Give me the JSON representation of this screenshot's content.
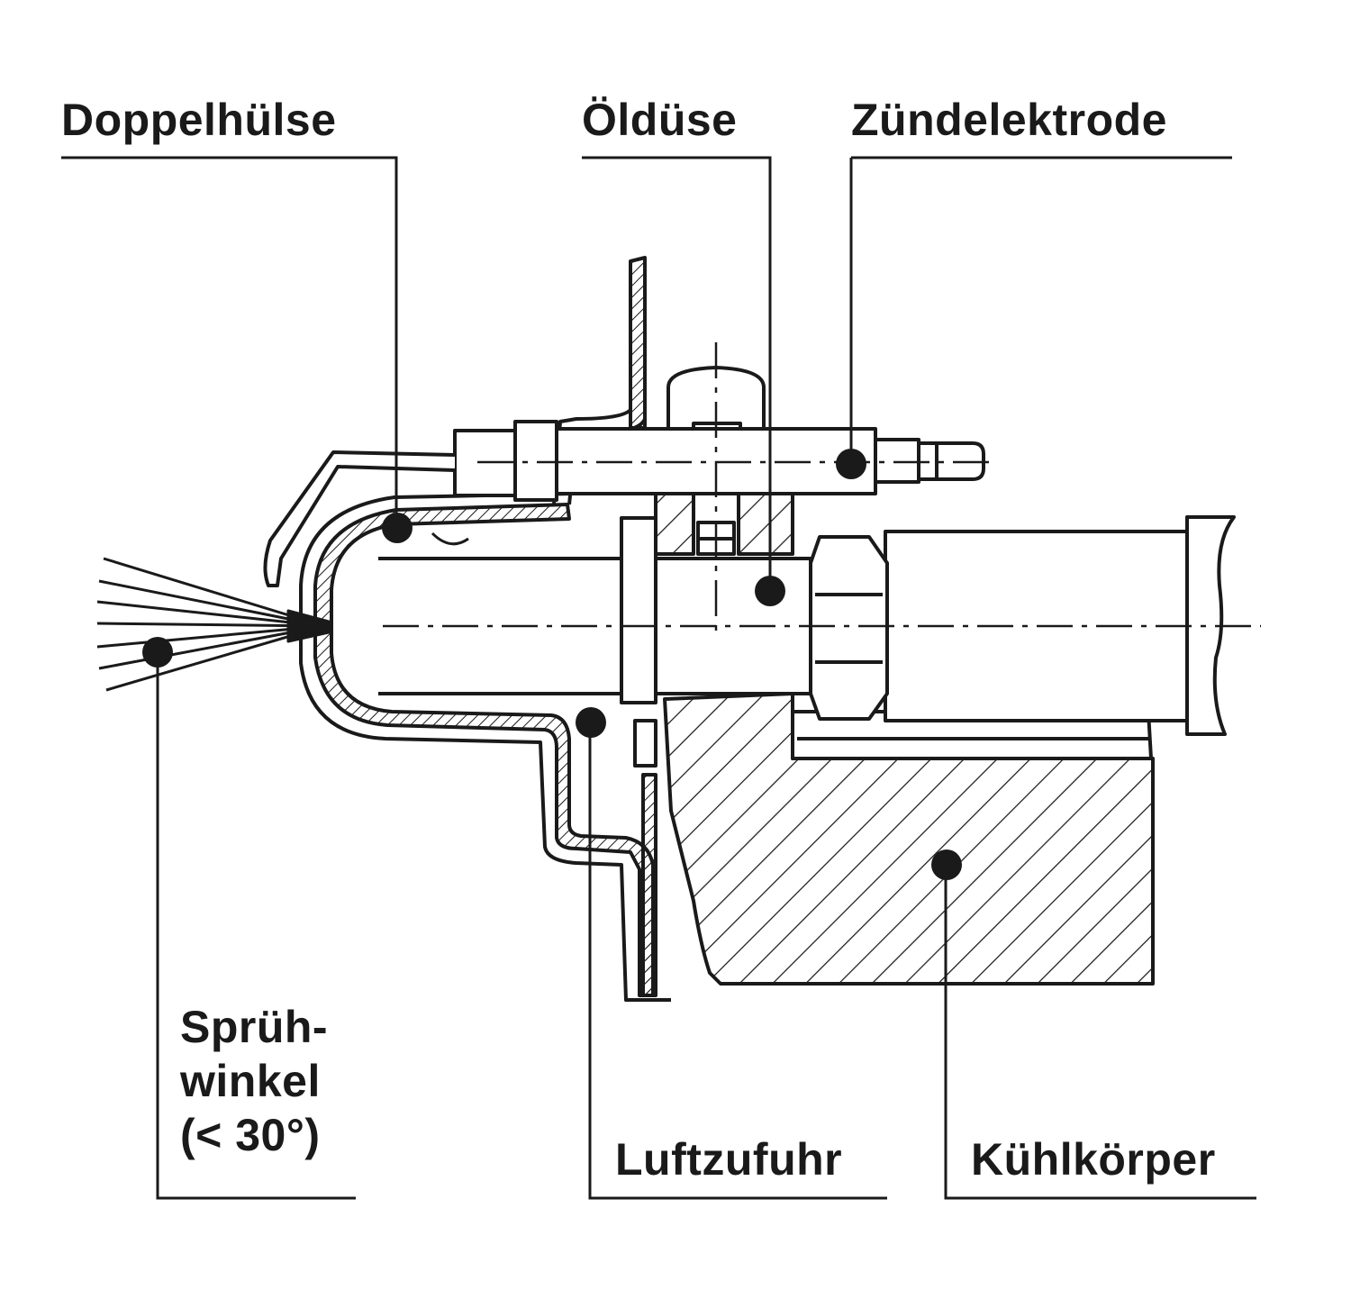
{
  "labels": {
    "doppelhuelse": "Doppelhülse",
    "oelduese": "Öldüse",
    "zuendelektrode": "Zündelektrode",
    "spruehwinkel_line1": "Sprüh-",
    "spruehwinkel_line2": "winkel",
    "spruehwinkel_line3": "(< 30°)",
    "luftzufuhr": "Luftzufuhr",
    "kuehlkoerper": "Kühlkörper"
  },
  "colors": {
    "ink": "#1a1a1a",
    "background": "#ffffff"
  }
}
